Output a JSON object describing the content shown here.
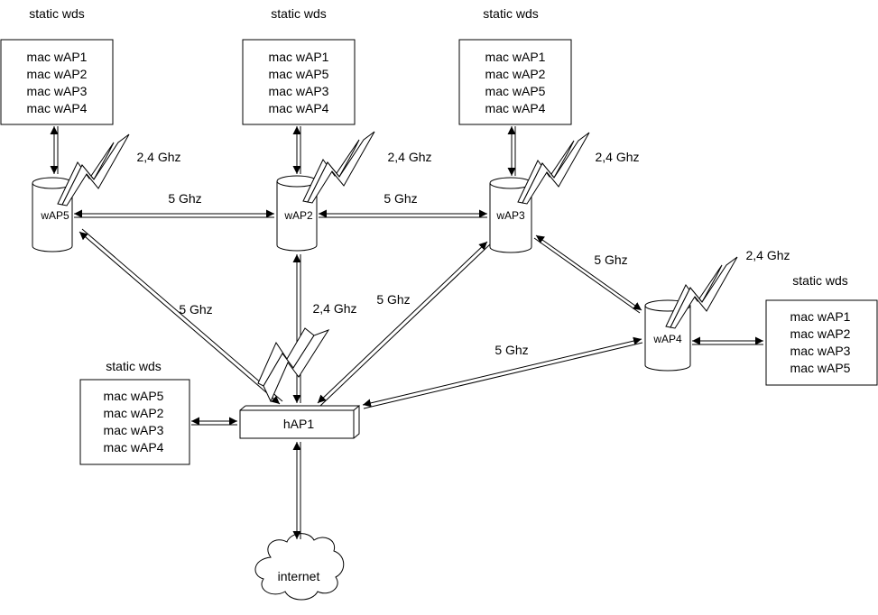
{
  "diagram": {
    "devices": {
      "wap5": "wAP5",
      "wap2": "wAP2",
      "wap3": "wAP3",
      "wap4": "wAP4",
      "hap1": "hAP1",
      "internet": "internet"
    },
    "wds_tables": [
      {
        "id": "wap5",
        "title": "static wds",
        "entries": [
          "mac wAP1",
          "mac wAP2",
          "mac wAP3",
          "mac wAP4"
        ]
      },
      {
        "id": "wap2",
        "title": "static wds",
        "entries": [
          "mac wAP1",
          "mac wAP5",
          "mac wAP3",
          "mac wAP4"
        ]
      },
      {
        "id": "wap3",
        "title": "static wds",
        "entries": [
          "mac wAP1",
          "mac wAP2",
          "mac wAP5",
          "mac wAP4"
        ]
      },
      {
        "id": "wap4",
        "title": "static wds",
        "entries": [
          "mac wAP1",
          "mac wAP2",
          "mac wAP3",
          "mac wAP5"
        ]
      },
      {
        "id": "hap1",
        "title": "static wds",
        "entries": [
          "mac wAP5",
          "mac wAP2",
          "mac wAP3",
          "mac wAP4"
        ]
      }
    ],
    "link_labels": {
      "wap5_wap2": "5 Ghz",
      "wap2_wap3": "5 Ghz",
      "wap5_hap1": "5 Ghz",
      "wap3_hap1": "5 Ghz",
      "wap3_wap4": "5 Ghz",
      "wap4_hap1": "5 Ghz",
      "wap2_hap1": "2,4 Ghz"
    },
    "radio_labels": {
      "wap5": "2,4 Ghz",
      "wap2": "2,4 Ghz",
      "wap3": "2,4 Ghz",
      "wap4": "2,4 Ghz"
    }
  }
}
